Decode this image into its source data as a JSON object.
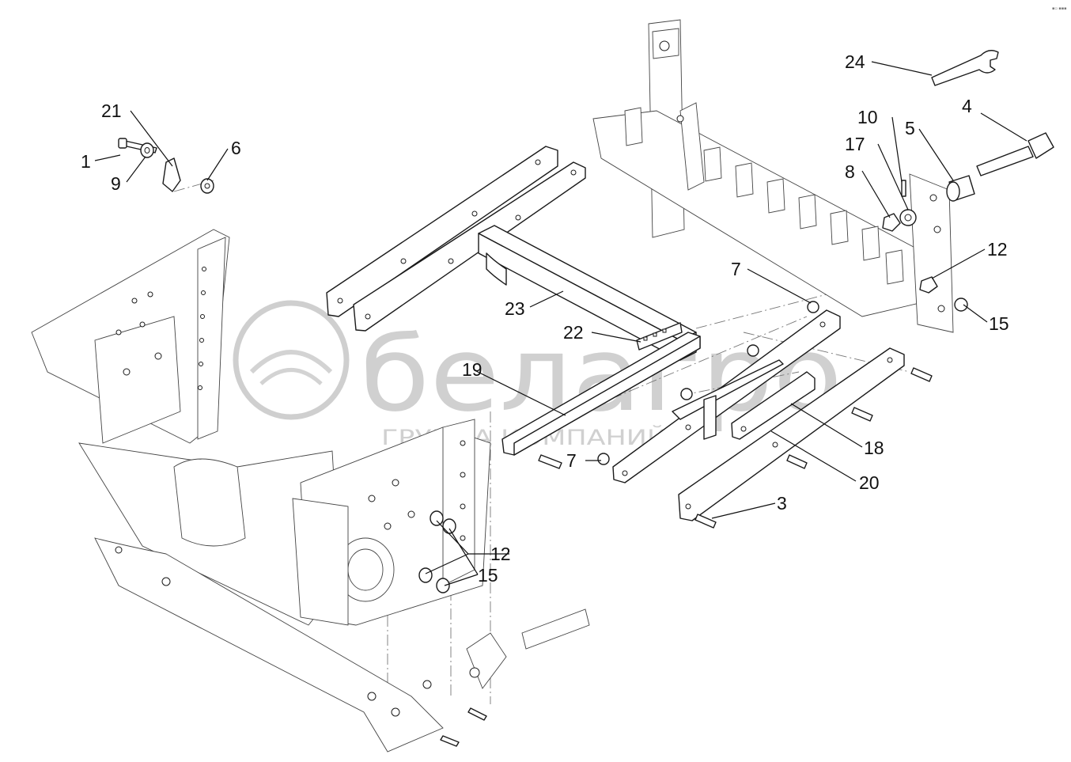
{
  "watermark": {
    "brand": "белагро",
    "tagline": "ГРУППА КОМПАНИЙ"
  },
  "callouts": [
    {
      "id": "c24",
      "label": "24"
    },
    {
      "id": "c21",
      "label": "21"
    },
    {
      "id": "c1",
      "label": "1"
    },
    {
      "id": "c9",
      "label": "9"
    },
    {
      "id": "c6",
      "label": "6"
    },
    {
      "id": "c10",
      "label": "10"
    },
    {
      "id": "c5",
      "label": "5"
    },
    {
      "id": "c4",
      "label": "4"
    },
    {
      "id": "c17",
      "label": "17"
    },
    {
      "id": "c8",
      "label": "8"
    },
    {
      "id": "c12a",
      "label": "12"
    },
    {
      "id": "c7a",
      "label": "7"
    },
    {
      "id": "c15a",
      "label": "15"
    },
    {
      "id": "c23",
      "label": "23"
    },
    {
      "id": "c22",
      "label": "22"
    },
    {
      "id": "c19",
      "label": "19"
    },
    {
      "id": "c18",
      "label": "18"
    },
    {
      "id": "c20",
      "label": "20"
    },
    {
      "id": "c7b",
      "label": "7"
    },
    {
      "id": "c3",
      "label": "3"
    },
    {
      "id": "c12b",
      "label": "12"
    },
    {
      "id": "c15b",
      "label": "15"
    }
  ]
}
